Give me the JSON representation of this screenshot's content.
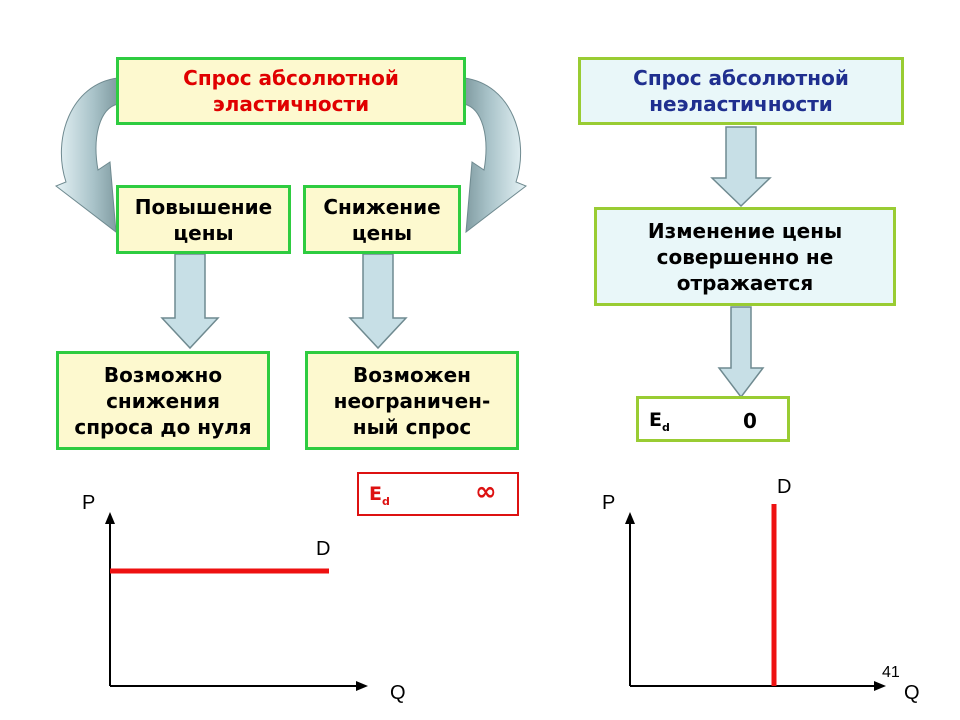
{
  "left": {
    "title": "Спрос абсолютной\nэластичности",
    "price_up": "Повышение\nцены",
    "price_down": "Снижение\nцены",
    "result_up": "Возможно\nснижения\nспроса до нуля",
    "result_down": "Возможен\nнеограничен-\nный спрос",
    "elasticity_symbol": "E",
    "elasticity_sub": "d",
    "elasticity_limit": "∞",
    "graph": {
      "y_axis": "P",
      "x_axis": "Q",
      "curve": "D"
    }
  },
  "right": {
    "title": "Спрос абсолютной\nнеэластичности",
    "effect": "Изменение цены\nсовершенно не\nотражается",
    "elasticity_symbol": "E",
    "elasticity_sub": "d",
    "elasticity_limit": "0",
    "graph": {
      "y_axis": "P",
      "x_axis": "Q",
      "curve": "D"
    }
  },
  "slide_number": "41",
  "colors": {
    "title_red": "#e00000",
    "title_blue": "#1f2f8f",
    "border_green": "#2ecc40",
    "border_lightgreen": "#99cc33",
    "arrow_fill": "#c7dfe6",
    "curve_red": "#ee1111"
  }
}
